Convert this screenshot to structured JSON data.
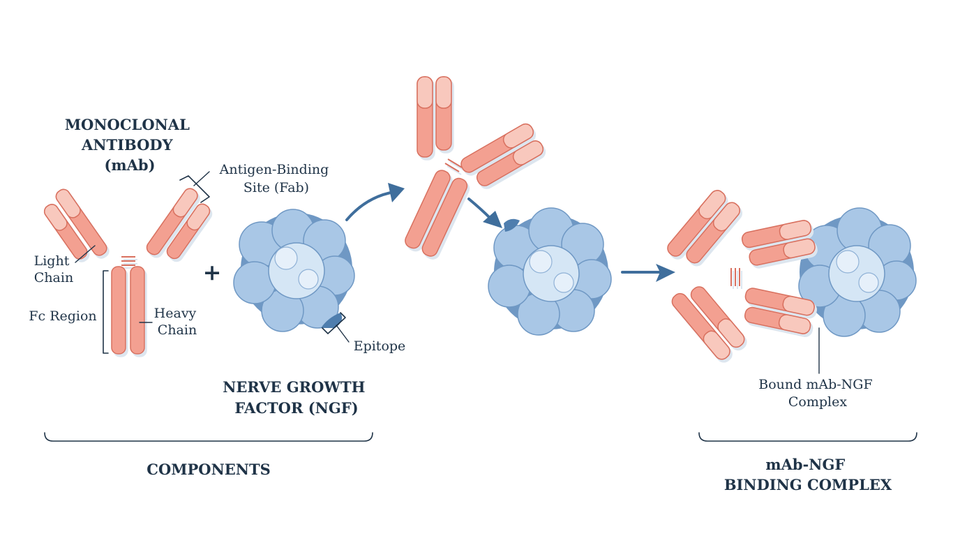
{
  "colors": {
    "ink": "#1f3347",
    "antibody_fill": "#f3a091",
    "antibody_light": "#f8c8bd",
    "antibody_stroke": "#d8705e",
    "protein_fill": "#a9c7e6",
    "protein_dark": "#6f98c4",
    "protein_light": "#d5e6f5",
    "arrow": "#3f6e9c"
  },
  "labels": {
    "mab_title": [
      "MONOCLONAL",
      "ANTIBODY",
      "(mAb)"
    ],
    "fab": [
      "Antigen-Binding",
      "Site (Fab)"
    ],
    "light_chain": [
      "Light",
      "Chain"
    ],
    "fc_region": "Fc Region",
    "heavy_chain": [
      "Heavy",
      "Chain"
    ],
    "plus": "+",
    "epitope": "Epitope",
    "ngf_title": [
      "NERVE GROWTH",
      "FACTOR (NGF)"
    ],
    "components": "COMPONENTS",
    "bound_complex": [
      "Bound mAb-NGF",
      "Complex"
    ],
    "complex_title": [
      "mAb-NGF",
      "BINDING COMPLEX"
    ]
  },
  "icons": [
    "antibody-icon",
    "ngf-protein-icon",
    "arrow-icon"
  ]
}
